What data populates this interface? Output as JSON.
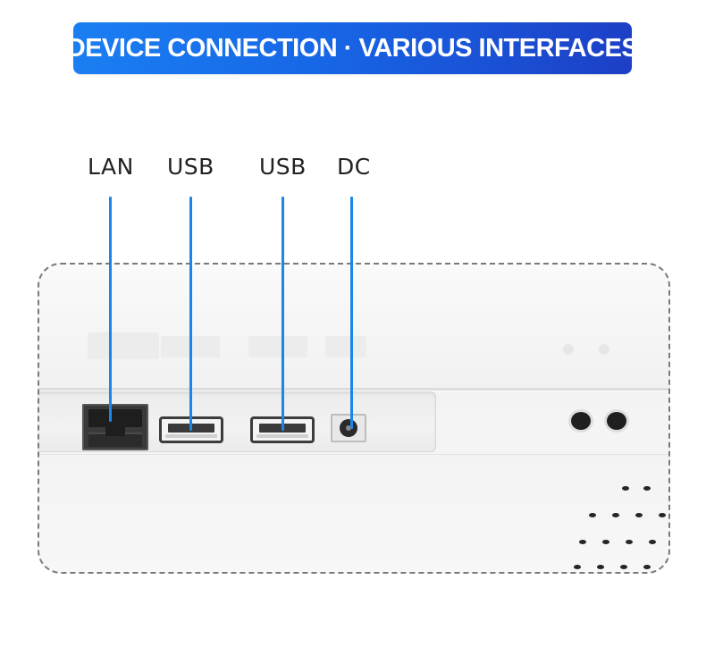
{
  "banner": {
    "title": "DEVICE CONNECTION · VARIOUS INTERFACES",
    "colors": {
      "start": "#1a7ff2",
      "end": "#1d3fc6"
    }
  },
  "ports": [
    {
      "label": "LAN"
    },
    {
      "label": "USB"
    },
    {
      "label": "USB"
    },
    {
      "label": "DC"
    }
  ],
  "accent_color": "#1a86e8"
}
